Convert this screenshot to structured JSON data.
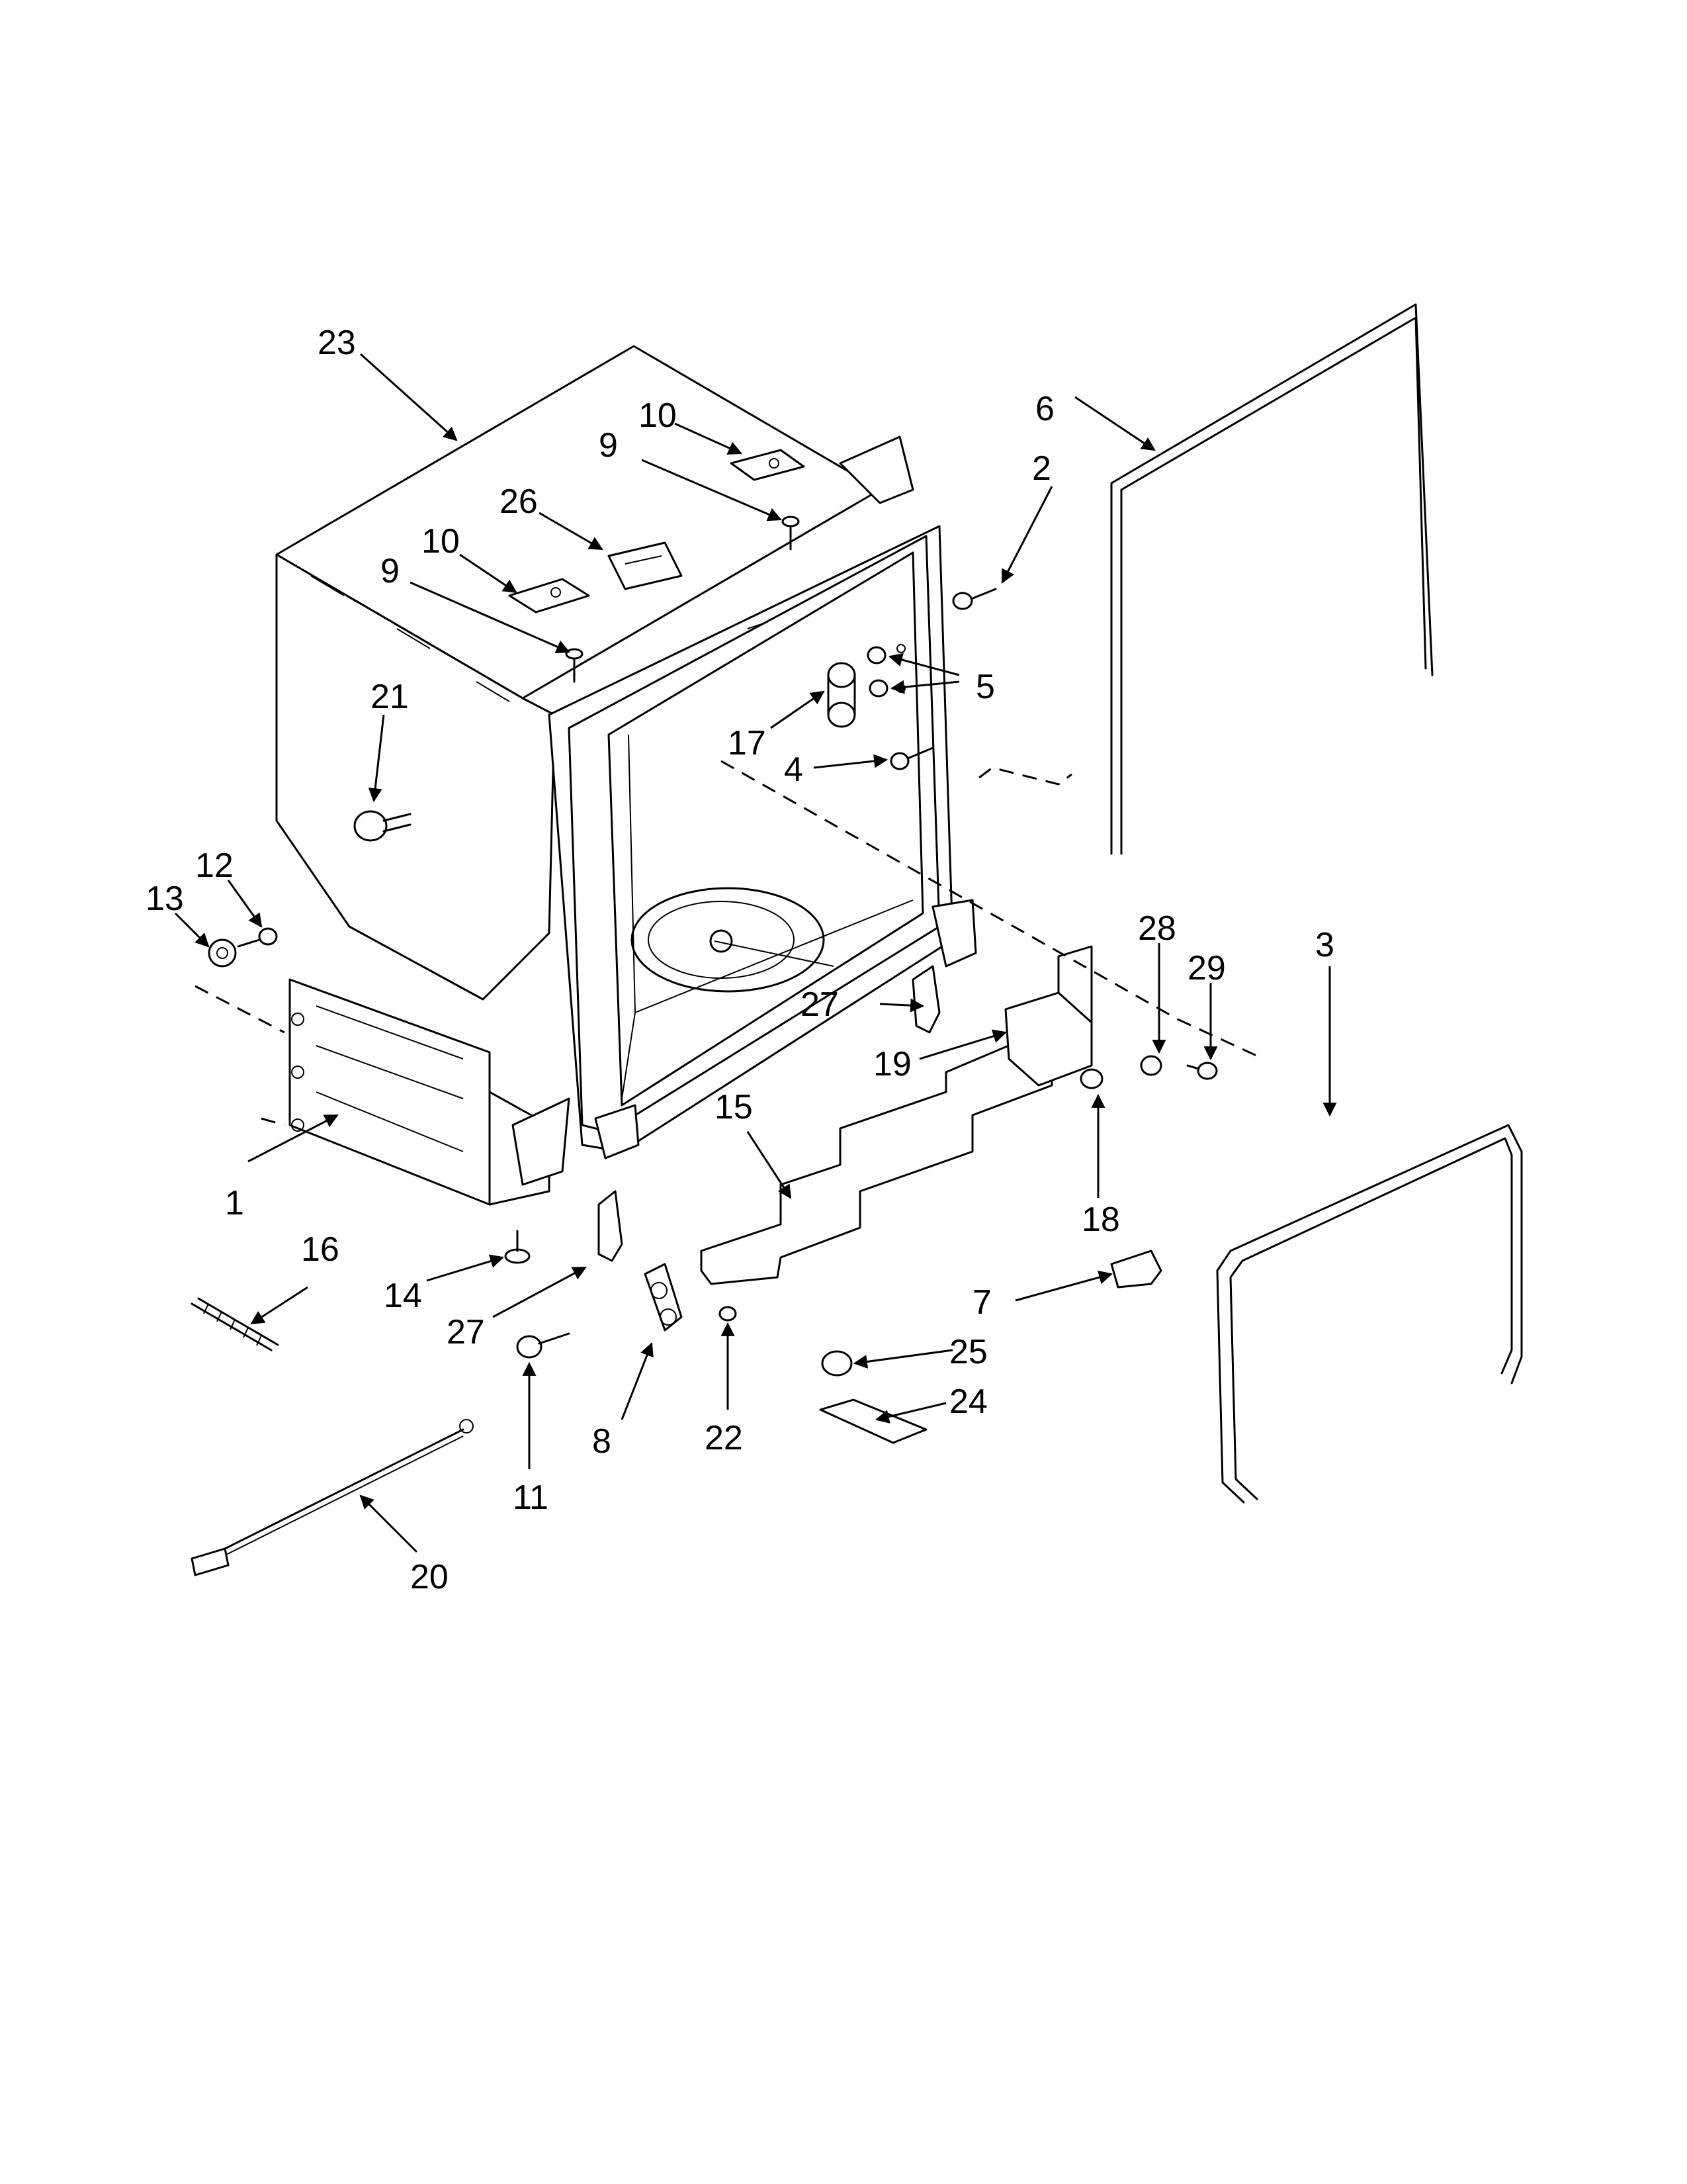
{
  "callouts": {
    "c1": "1",
    "c2": "2",
    "c3": "3",
    "c4": "4",
    "c5": "5",
    "c6": "6",
    "c7": "7",
    "c8": "8",
    "c9a": "9",
    "c9b": "9",
    "c10a": "10",
    "c10b": "10",
    "c11": "11",
    "c12": "12",
    "c13": "13",
    "c14": "14",
    "c15": "15",
    "c16": "16",
    "c17": "17",
    "c18": "18",
    "c19": "19",
    "c20": "20",
    "c21": "21",
    "c22": "22",
    "c23": "23",
    "c24": "24",
    "c25": "25",
    "c26": "26",
    "c27a": "27",
    "c27b": "27",
    "c28": "28",
    "c29": "29"
  }
}
